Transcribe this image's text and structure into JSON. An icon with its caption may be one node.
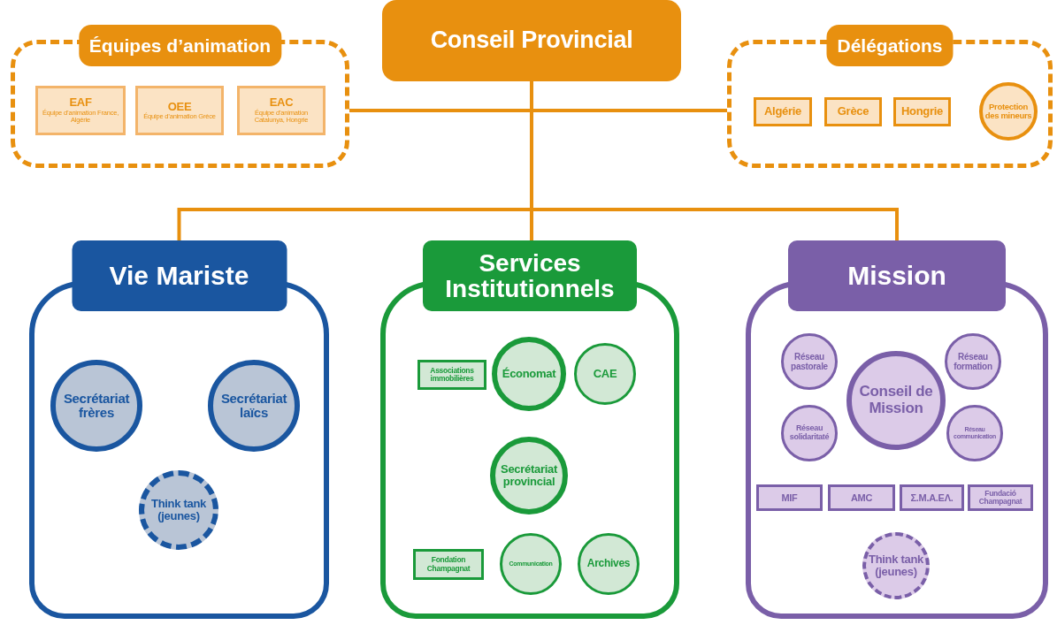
{
  "diagram": {
    "nodes": [
      {
        "text": [
          "Conseil Provincial"
        ]
      },
      {
        "text": [
          "Équipes d’animation"
        ]
      },
      {
        "text": [
          "EAF",
          "Équipe d’animation France, Algérie"
        ],
        "in": 1
      },
      {
        "text": [
          "OEE",
          "Équipe d’animation Grèce"
        ],
        "in": 1
      },
      {
        "text": [
          "EAC",
          "Équipe d’animation Catalunya, Hongrie"
        ],
        "in": 1
      },
      {
        "text": [
          "Délégations"
        ]
      },
      {
        "text": [
          "Algérie"
        ],
        "in": 5
      },
      {
        "text": [
          "Grèce"
        ],
        "in": 5
      },
      {
        "text": [
          "Hongrie"
        ],
        "in": 5
      },
      {
        "text": [
          "Protection des mineurs"
        ],
        "in": 5
      },
      {
        "text": [
          "Vie Mariste"
        ]
      },
      {
        "text": [
          "Secrétariat frères"
        ],
        "in": 10
      },
      {
        "text": [
          "Secrétariat laïcs"
        ],
        "in": 10
      },
      {
        "text": [
          "Think tank (jeunes)"
        ],
        "in": 10
      },
      {
        "text": [
          "Services Institutionnels"
        ]
      },
      {
        "text": [
          "Associations immobilières"
        ],
        "in": 14
      },
      {
        "text": [
          "Économat"
        ],
        "in": 14
      },
      {
        "text": [
          "CAE"
        ],
        "in": 14
      },
      {
        "text": [
          "Secrétariat provincial"
        ],
        "in": 14
      },
      {
        "text": [
          "Fondation Champagnat"
        ],
        "in": 14
      },
      {
        "text": [
          "Communication"
        ],
        "in": 14
      },
      {
        "text": [
          "Archives"
        ],
        "in": 14
      },
      {
        "text": [
          "Mission"
        ]
      },
      {
        "text": [
          "Réseau pastorale"
        ],
        "in": 22
      },
      {
        "text": [
          "Réseau formation"
        ],
        "in": 22
      },
      {
        "text": [
          "Conseil de Mission"
        ],
        "in": 22
      },
      {
        "text": [
          "Réseau solidaritaté"
        ],
        "in": 22
      },
      {
        "text": [
          "Réseau communication"
        ],
        "in": 22
      },
      {
        "text": [
          "MIF"
        ],
        "in": 22
      },
      {
        "text": [
          "AMC"
        ],
        "in": 22
      },
      {
        "text": [
          "Σ.Μ.Α.ΕΛ."
        ],
        "in": 22
      },
      {
        "text": [
          "Fundació Champagnat"
        ],
        "in": 22
      },
      {
        "text": [
          "Think tank (jeunes)"
        ],
        "in": 22
      }
    ],
    "edges": [
      {
        "from": 0,
        "to": 1,
        "arrow": "none"
      },
      {
        "from": 0,
        "to": 5,
        "arrow": "none"
      },
      {
        "from": 0,
        "to": 10,
        "arrow": "none"
      },
      {
        "from": 0,
        "to": 14,
        "arrow": "none"
      },
      {
        "from": 0,
        "to": 22,
        "arrow": "none"
      }
    ]
  }
}
